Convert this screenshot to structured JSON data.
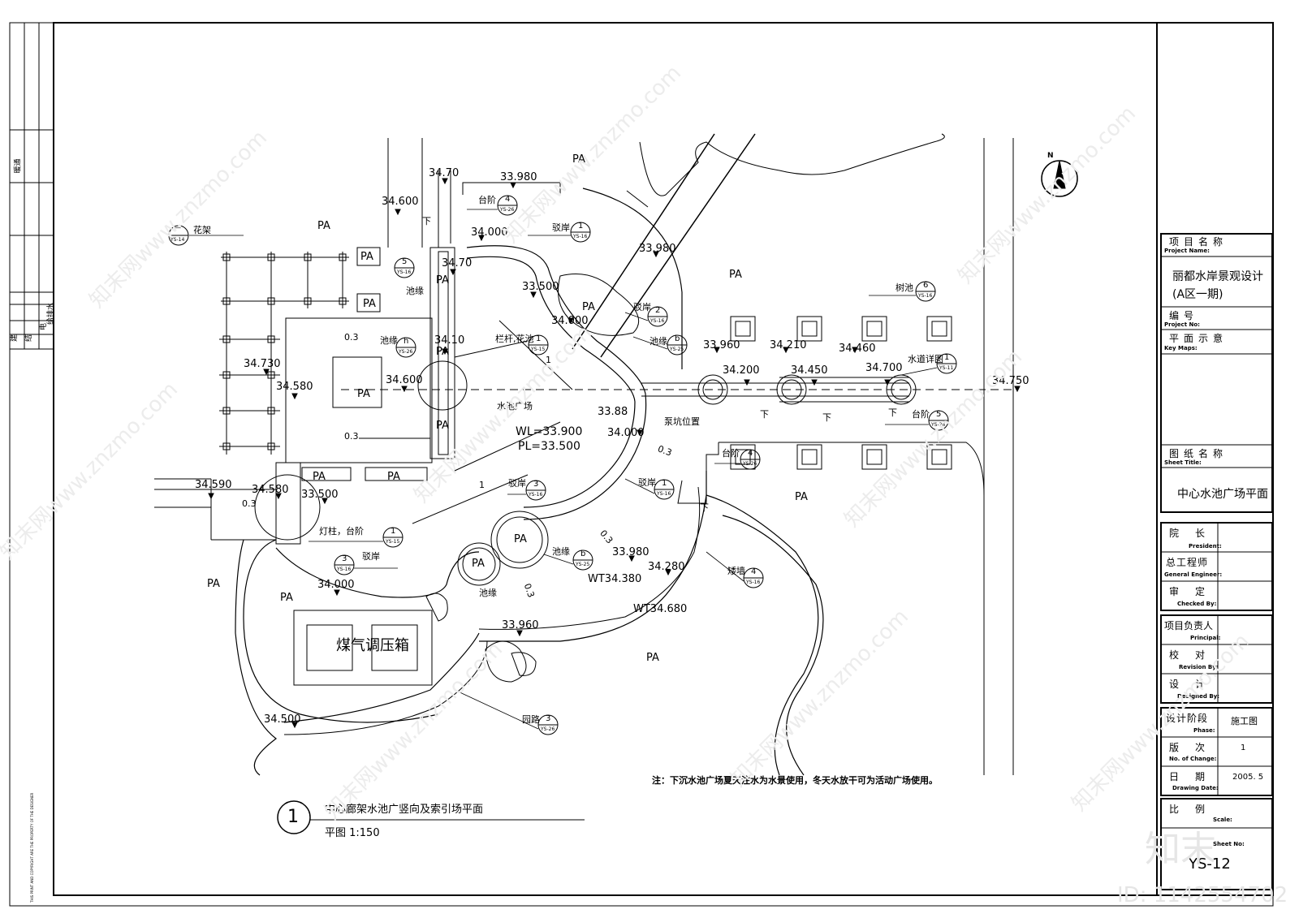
{
  "title_block": {
    "project_name_cn": "项目名称",
    "project_name_en": "Project Name:",
    "project_value": "丽都水岸景观设计",
    "project_value2": "(A区一期)",
    "number_cn": "编号",
    "number_en": "Project No:",
    "keymap_cn": "平面示意",
    "keymap_en": "Key Maps:",
    "sheet_title_cn": "图纸名称",
    "sheet_title_en": "Sheet Title:",
    "sheet_title_value": "中心水池广场平面",
    "president_cn": "院长",
    "president_en": "President:",
    "chief_cn": "总工程师",
    "chief_en": "General Engineer:",
    "checked_cn": "审定",
    "checked_en": "Checked By:",
    "principal_cn": "项目负责人",
    "principal_en": "Principal:",
    "revision_cn": "校对",
    "revision_en": "Revision By:",
    "designed_cn": "设计",
    "designed_en": "Designed By:",
    "phase_cn": "设计阶段",
    "phase_en": "Phase:",
    "phase_value": "施工图",
    "change_cn": "版次",
    "change_en": "No. of Change:",
    "change_value": "1",
    "date_cn": "日期",
    "date_en": "Drawing Date:",
    "date_value": "2005. 5",
    "scale_cn": "比例",
    "scale_en": "Scale:",
    "sheetno_en": "Sheet No:",
    "sheetno_value": "YS-12"
  },
  "left_strip": {
    "item1": "建",
    "item2": "结",
    "item3": "电",
    "item4": "给排水",
    "item5": "暖通",
    "note": "THIS PRINT AND COPYRIGHT ARE THE PROPERTY OF THE DESIGNER"
  },
  "plan": {
    "caption_number": "1",
    "caption_title": "中心廊架水池广竖向及索引场平面",
    "caption_scale": "平图  1:150",
    "note": "注：下沉水池广场夏天注水为水景使用，冬天水放干可为活动广场使用。",
    "pool_label": "水池广场",
    "wl": "WL=33.900",
    "pl": "PL=33.500",
    "gas_box": "煤气调压箱",
    "pump": "泵坑位置",
    "north": "N",
    "pa": "PA",
    "elevations": {
      "e1": "34.70",
      "e2": "33.980",
      "e3": "34.600",
      "e4": "34.000",
      "e5": "33.980",
      "e6": "34.70",
      "e7": "33.500",
      "e8": "34.000",
      "e9": "34.10",
      "e10": "34.730",
      "e11": "34.580",
      "e12": "34.600",
      "e13": "33.960",
      "e14": "34.210",
      "e15": "34.460",
      "e16": "34.200",
      "e17": "34.450",
      "e18": "34.700",
      "e19": "34.750",
      "e20": "33.88",
      "e21": "34.000",
      "e22": "34.590",
      "e23": "34.580",
      "e24": "33.500",
      "e25": "33.980",
      "e26": "34.280",
      "e27": "WT34.380",
      "e28": "WT34.680",
      "e29": "34.000",
      "e30": "33.960",
      "e31": "34.500"
    },
    "slopes": {
      "s1": "0.3",
      "s2": "0.3",
      "s3": "0.3",
      "s4": "0.3",
      "s5": "0.3",
      "s6": "0.3",
      "s7": "1",
      "s8": "1"
    },
    "labels": {
      "l_huajia": "花架",
      "l_taijie1": "台阶",
      "l_boan1": "驳岸",
      "l_chiyuan1": "池缘",
      "l_chiyuan2": "池缘",
      "l_langan": "栏杆,花池",
      "l_boan2": "驳岸",
      "l_chiyuan3": "池缘",
      "l_shuchi": "树池",
      "l_shuidao": "水道详图",
      "l_taijie2": "台阶",
      "l_taijie3": "台阶",
      "l_boan3": "驳岸",
      "l_boan4": "驳岸",
      "l_dengzhu": "灯柱，台阶",
      "l_boan5": "驳岸",
      "l_chiyuan4": "池缘",
      "l_chiyuan5": "池缘",
      "l_aiqiang": "矮墙",
      "l_yuanlu": "园路",
      "l_xia": "下"
    },
    "symbols": {
      "ys14": "YS-14",
      "ys16": "YS-16",
      "ys26": "YS-26",
      "ys25": "YS-25",
      "ys15": "YS-15",
      "ys11": "YS-11",
      "n1": "1",
      "n2": "2",
      "n3": "3",
      "n4": "4",
      "n5": "5",
      "n6": "6",
      "nb": "b",
      "nh": "h",
      "ndash": "—"
    }
  },
  "watermarks": {
    "site": "知末网www.znzmo.com",
    "id": "ID: 1142554702",
    "logo": "知末"
  }
}
